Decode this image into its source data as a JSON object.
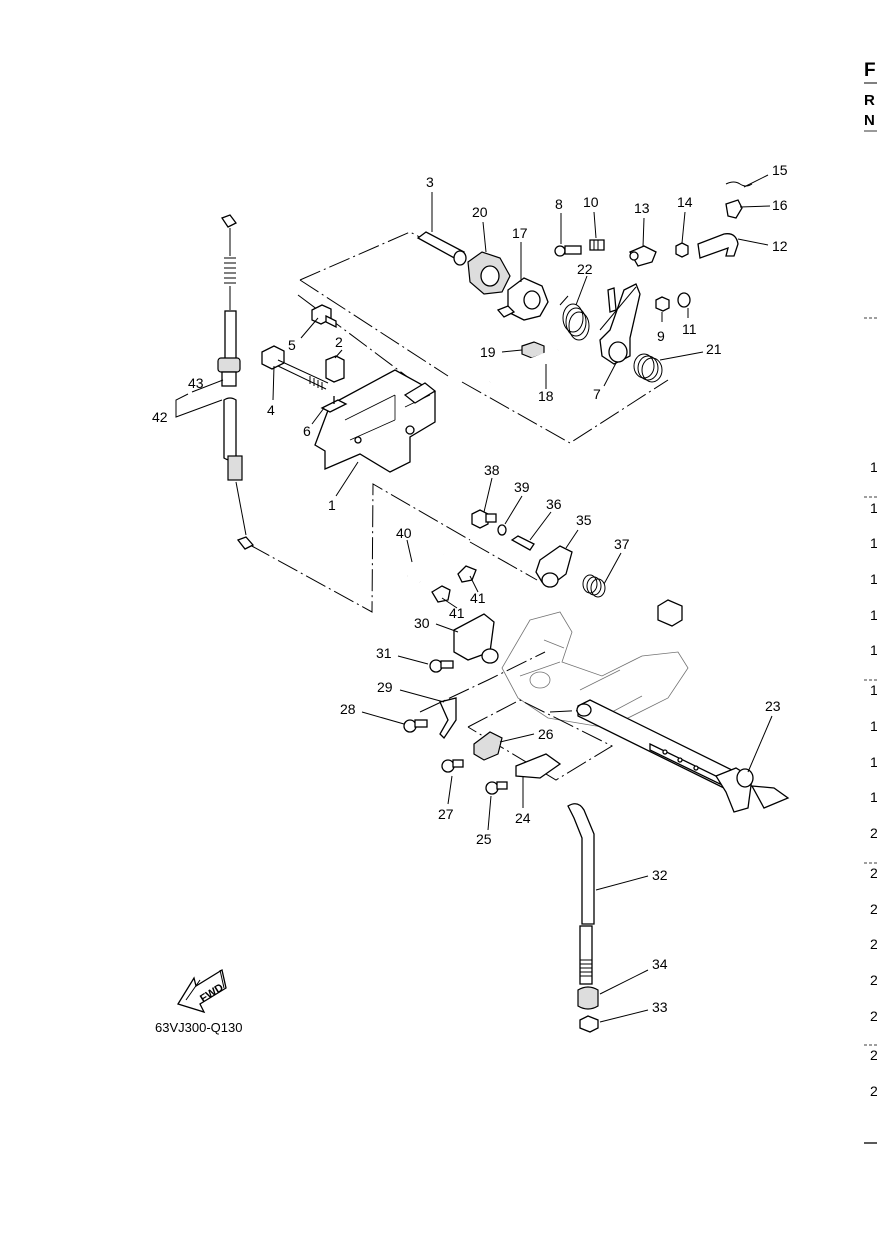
{
  "figure": {
    "reference_code": "63VJ300-Q130",
    "fwd_label": "FWD",
    "callouts": [
      "1",
      "2",
      "3",
      "4",
      "5",
      "6",
      "7",
      "8",
      "9",
      "10",
      "11",
      "12",
      "13",
      "14",
      "15",
      "16",
      "17",
      "18",
      "19",
      "20",
      "21",
      "22",
      "23",
      "24",
      "25",
      "26",
      "27",
      "28",
      "29",
      "30",
      "31",
      "32",
      "33",
      "34",
      "35",
      "36",
      "37",
      "38",
      "39",
      "40",
      "41",
      "41",
      "42",
      "43"
    ],
    "right_edge": {
      "letters": [
        "F",
        "R",
        "N"
      ],
      "numbers": [
        "1",
        "1",
        "1",
        "1",
        "1",
        "1",
        "1",
        "1",
        "1",
        "1",
        "2",
        "2",
        "2",
        "2",
        "2",
        "2",
        "2",
        "2"
      ]
    }
  }
}
